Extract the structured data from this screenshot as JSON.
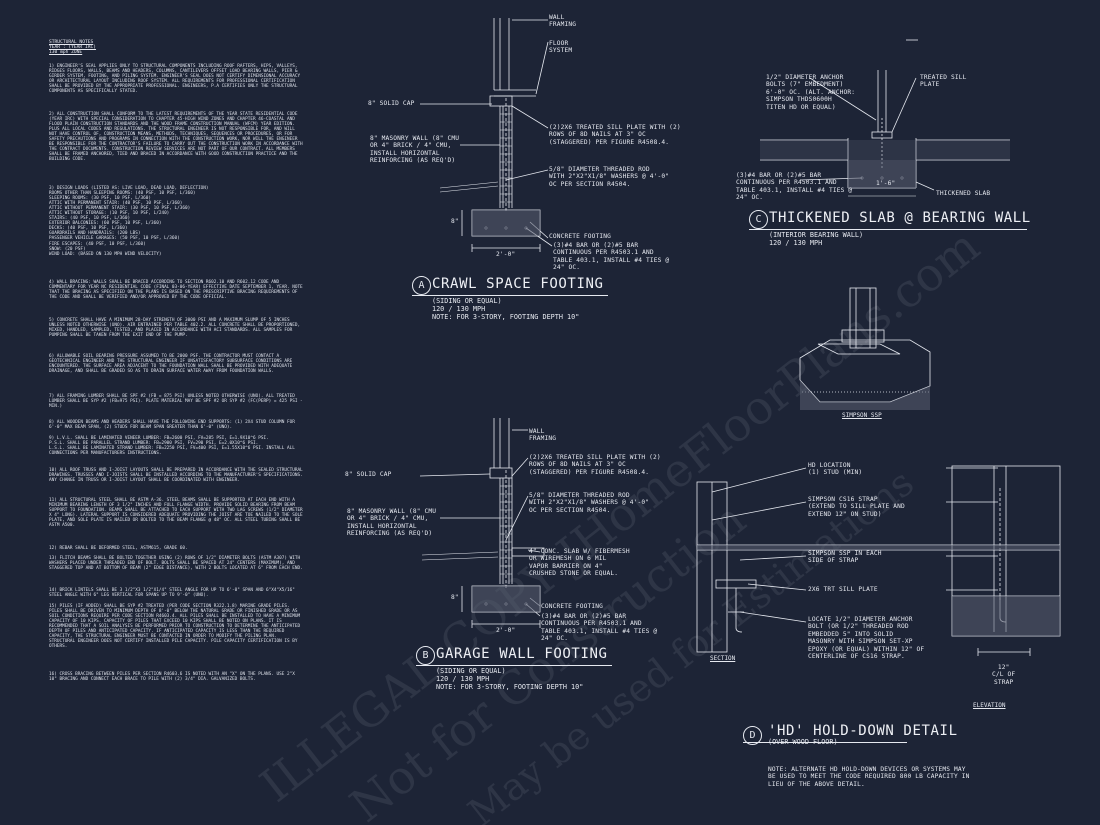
{
  "notes": {
    "heading": [
      "STRUCTURAL NOTES",
      "YEAR : (YEAR IRC)",
      "130 mph ZONE"
    ],
    "paragraphs": [
      "1) ENGINEER'S SEAL APPLIES ONLY TO STRUCTURAL COMPONENTS INCLUDING ROOF RAFTERS, HIPS, VALLEYS, RIDGES FLOORS, WALLS, BEAMS AND HEADERS, COLUMNS, CANTILEVERS OFFSET LOAD BEARING WALLS, PIER & GIRDER SYSTEM, FOOTING, AND PILING SYSTEM. ENGINEER'S SEAL DOES NOT CERTIFY DIMENSIONAL ACCURACY OR ARCHITECTURAL LAYOUT INCLUDING ROOF SYSTEM. ALL REQUIREMENTS FOR PROFESSIONAL CERTIFICATION SHALL BE PROVIDED BY THE APPROPRIATE PROFESSIONAL. ENGINEERS, P.A CERTIFIES ONLY THE STRUCTURAL COMPONENTS AS SPECIFICALLY STATED.",
      "2) ALL CONSTRUCTION SHALL CONFORM TO THE LATEST REQUIREMENTS OF THE YEAR STATE RESIDENTIAL CODE (YEAR IRC) WITH SPECIAL CONSIDERATION TO CHAPTER 45-HIGH WIND ZONES AND CHAPTER 46-COASTAL AND FLOOD PLAIN CONSTRUCTION STANDARDS AND THE WOOD FRAME CONSTRUCTION MANUAL (WFCM) YEAR EDITION. PLUS ALL LOCAL CODES AND REGULATIONS. THE STRUCTURAL ENGINEER IS NOT RESPONSIBLE FOR, AND WILL NOT HAVE CONTROL OF, CONSTRUCTION MEANS, METHODS, TECHNIQUES, SEQUENCES OR PROCEDURES, OR FOR SAFETY PRECAUTIONS AND PROGRAMS IN CONNECTION WITH THE CONSTRUCTION WORK, NOR WILL THE ENGINEER BE RESPONSIBLE FOR THE CONTRACTOR'S FAILURE TO CARRY OUT THE CONSTRUCTION WORK IN ACCORDANCE WITH THE CONTRACT DOCUMENTS. CONSTRUCTION REVIEW SERVICES ARE NOT PART OF OUR CONTRACT. ALL MEMBERS SHALL BE FRAMED ANCHORED, TIED AND BRACED IN ACCORDANCE WITH GOOD CONSTRUCTION PRACTICE AND THE BUILDING CODE.",
      "3) DESIGN LOADS (LISTED AS: LIVE LOAD, DEAD LOAD, DEFLECTION)\nROOMS OTHER THAN SLEEPING ROOMS: (40 PSF, 10 PSF, L/360)\nSLEEPING ROOMS: (30 PSF, 10 PSF, L/360)\nATTIC WITH PERMANENT STAIR: (40 PSF, 10 PSF, L/360)\nATTIC WITHOUT PERMANENT STAIR: (30 PSF, 10 PSF, L/360)\nATTIC WITHOUT STORAGE: (10 PSF, 10 PSF, L/240)\nSTAIRS: (40 PSF, 10 PSF, L/360)\nEXTERIOR BALCONIES: (60 PSF, 10 PSF, L/360)\nDECKS: (40 PSF, 10 PSF, L/360)\nGUARDRAILS AND HANDRAILS: (200 LBS)\nPASSENGER VEHICLE GARAGES: (50 PSF, 10 PSF, L/360)\nFIRE ESCAPES: (40 PSF, 10 PSF, L/360)\nSNOW: (20 PSF)\nWIND LOAD: (BASED ON 130 MPH WIND VELOCITY)",
      "4) WALL BRACING: WALLS SHALL BE BRACED ACCORDING TO SECTION R602.10 AND R602.12 CODE AND COMMENTARY FOR YEAR NC RESIDENTIAL CODE (FINAL 03-06-YEAR) EFFECTIVE DATE SEPTEMBER 1, YEAR. NOTE THAT THE BRACING AS SPECIFIED ON THE PLANS IS BASED ON THE PRESCRIPTIVE BRACING REQUIREMENTS OF THE CODE AND SHALL BE VERIFIED AND/OR APPROVED BY THE CODE OFFICIAL.",
      "5) CONCRETE SHALL HAVE A MINIMUM 28-DAY STRENGTH OF 3000 PSI AND A MAXIMUM SLUMP OF 5 INCHES UNLESS NOTED OTHERWISE (UNO). AIR ENTRAINED PER TABLE 402.2. ALL CONCRETE SHALL BE PROPORTIONED, MIXED, HANDLED, SAMPLED, TESTED, AND PLACED IN ACCORDANCE WITH ACI STANDARDS. ALL SAMPLES FOR PUMPING SHALL BE TAKEN FROM THE EXIT END OF THE PUMP.",
      "6) ALLOWABLE SOIL BEARING PRESSURE ASSUMED TO BE 2000 PSF. THE CONTRACTOR MUST CONTACT A GEOTECHNICAL ENGINEER AND THE STRUCTURAL ENGINEER IF UNSATISFACTORY SUBSURFACE CONDITIONS ARE ENCOUNTERED. THE SURFACE AREA ADJACENT TO THE FOUNDATION WALL SHALL BE PROVIDED WITH ADEQUATE DRAINAGE, AND SHALL BE GRADED SO AS TO DRAIN SURFACE WATER AWAY FROM FOUNDATION WALLS.",
      "7) ALL FRAMING LUMBER SHALL BE SPF #2 (Fb = 875 PSI) UNLESS NOTED OTHERWISE (UNO). ALL TREATED LUMBER SHALL BE SYP #2 (Fb=975 PSI). PLATE MATERIAL MAY BE SPF #2 OR SYP #2 (Fc(perp) = 425 PSI - MIN.)",
      "8) ALL WOODEN BEAMS AND HEADERS SHALL HAVE THE FOLLOWING END SUPPORTS: (1) 2x4 STUD COLUMN FOR 6'-0\" MAX BEAM SPAN, (2) STUDS FOR BEAM SPAN GREATER THAN 6'-0\" (UNO).",
      "9) L.V.L. SHALL BE LAMINATED VENEER LUMBER: Fb=2600 PSI, Fv=285 PSI, E=1.9x10^6 PSI.\nP.S.L. SHALL BE PARALLEL STRAND LUMBER: Fb=2900 PSI, Fv=290 PSI, E=2.0x10^6 PSI.\nL.S.L. SHALL BE LAMINATED STRAND LUMBER: Fb=2250 PSI, Fv=400 PSI, E=1.55x10^6 PSI. INSTALL ALL CONNECTIONS PER MANUFACTURERS INSTRUCTIONS.",
      "10) ALL ROOF TRUSS AND I-JOIST LAYOUTS SHALL BE PREPARED IN ACCORDANCE WITH THE SEALED STRUCTURAL DRAWINGS. TRUSSES AND I-JOISTS SHALL BE INSTALLED ACCORDING TO THE MANUFACTURER'S SPECIFICATIONS. ANY CHANGE IN TRUSS OR I-JOIST LAYOUT SHALL BE COORDINATED WITH ENGINEER.",
      "11) ALL STRUCTURAL STEEL SHALL BE ASTM A-36. STEEL BEAMS SHALL BE SUPPORTED AT EACH END WITH A MINIMUM BEARING LENGTH OF 3 1/2\" INCHES AND FULL FLANGE WIDTH. PROVIDE SOLID BEARING FROM BEAM SUPPORT TO FOUNDATION. BEAMS SHALL BE ATTACHED TO EACH SUPPORT WITH TWO LAG SCREWS (1/2\" DIAMETER x 4\" LONG). LATERAL SUPPORT IS CONSIDERED ADEQUATE PROVIDING THE JOIST ARE TOE NAILED TO THE SOLE PLATE, AND SOLE PLATE IS NAILED OR BOLTED TO THE BEAM FLANGE @ 48\" OC. ALL STEEL TUBING SHALL BE ASTM A500.",
      "12) REBAR SHALL BE DEFORMED STEEL, ASTM615, GRADE 60.",
      "13) FLITCH BEAMS SHALL BE BOLTED TOGETHER USING (2) ROWS OF 1/2\" DIAMETER BOLTS (ASTM A307) WITH WASHERS PLACED UNDER THREADED END OF BOLT. BOLTS SHALL BE SPACED AT 24\" CENTERS (MAXIMUM), AND STAGGERED TOP AND AT BOTTOM OF BEAM (2\" EDGE DISTANCE), WITH 2 BOLTS LOCATED AT 6\" FROM EACH END.",
      "14) BRICK LINTELS SHALL BE 3 1/2\"x3 1/2\"x1/4\" STEEL ANGLE FOR UP TO 6'-0\" SPAN AND 6\"x4\"x5/16\" STEEL ANGLE WITH 6\" LEG VERTICAL FOR SPANS UP TO 9'-0\" (UNO).",
      "15) PILES (IF ADDED) SHALL BE SYP #2 TREATED (PER CODE SECTION R322.1.8) MARINE GRADE PILES. PILES SHALL BE DRIVEN TO MINIMUM DEPTH OF 8'-0\" BELOW THE NATURAL GRADE OR FINISHED GRADE OR AS SOIL CONDITIONS REQUIRE PER CODE SECTION R4603.4. ALL PILES SHALL BE INSTALLED TO HAVE A MINIMUM CAPACITY OF 10 KIPS. CAPACITY OF PILES THAT EXCEED 10 KIPS SHALL BE NOTED ON PLANS. IT IS RECOMMENDED THAT A SOIL ANALYSIS BE PERFORMED PRIOR TO CONSTRUCTION TO DETERMINE THE ANTICIPATED DEPTH OF PILES AND ANTICIPATED CAPACITY. IF ANTICIPATED CAPACITY IS LESS THAN THE REQUIRED CAPACITY, THE STRUCTURAL ENGINEER MUST BE CONTACTED IN ORDER TO MODIFY THE PILING PLAN. STRUCTURAL ENGINEER DOES NOT CERTIFY INSTALLED PILE CAPACITY. PILE CAPACITY CERTIFICATION IS BY OTHERS.",
      "16) CROSS BRACING BETWEEN PILES PER SECTION R4603.6 IS NOTED WITH AN \"X\" ON THE PLANS. USE 2\"x 10\" BRACING AND CONNECT EACH BRACE TO PILE WITH (2) 3/4\" DIA. GALVANIZED BOLTS."
    ]
  },
  "detail_a": {
    "letter": "A",
    "title": "CRAWL SPACE FOOTING",
    "sub": [
      "(SIDING OR EQUAL)",
      "120 / 130 MPH",
      "NOTE: FOR 3-STORY, FOOTING DEPTH 10\""
    ],
    "labels": {
      "wall_framing": "WALL\nFRAMING",
      "floor_system": "FLOOR\nSYSTEM",
      "solid_cap": "8\" SOLID CAP",
      "masonry_wall": "8\" MASONRY WALL (8\" CMU\nOR 4\" BRICK / 4\" CMU,\nINSTALL HORIZONTAL\nREINFORCING (AS REQ'D)",
      "sill_plate": "(2)2x6 TREATED SILL PLATE WITH (2)\nROWS OF 8d NAILS AT 3\" OC\n(STAGGERED) PER FIGURE R4508.4.",
      "threaded_rod": "5/8\" DIAMETER THREADED ROD\nWITH 2\"x2\"x1/8\" WASHERS @ 4'-0\"\nOC PER SECTION R4504.",
      "concrete_footing": "CONCRETE FOOTING",
      "bars": "(3)#4 BAR OR (2)#5 BAR\nCONTINUOUS PER R4503.1 AND\nTABLE 403.1, INSTALL #4 TIES @\n24\" OC.",
      "dim_depth": "8\"",
      "dim_width": "2'-0\""
    }
  },
  "detail_b": {
    "letter": "B",
    "title": "GARAGE WALL FOOTING",
    "sub": [
      "(SIDING OR EQUAL)",
      "120 / 130 MPH",
      "NOTE: FOR 3-STORY, FOOTING DEPTH 10\""
    ],
    "labels": {
      "wall_framing": "WALL\nFRAMING",
      "solid_cap": "8\" SOLID CAP",
      "sill_plate": "(2)2x6 TREATED SILL PLATE WITH (2)\nROWS OF 8d NAILS AT 3\" OC\n(STAGGERED) PER FIGURE R4508.4.",
      "masonry_wall": "8\" MASONRY WALL (8\" CMU\nOR 4\" BRICK / 4\" CMU,\nINSTALL HORIZONTAL\nREINFORCING (AS REQ'D)",
      "threaded_rod": "5/8\" DIAMETER THREADED ROD\nWITH 2\"x2\"x1/8\" WASHERS @ 4'-0\"\nOC PER SECTION R4504.",
      "slab": "4\" CONC. SLAB w/ FIBERMESH\nOR WIREMESH ON 6 MIL\nVAPOR BARRIER ON 4\"\nCRUSHED STONE OR EQUAL.",
      "concrete_footing": "CONCRETE FOOTING",
      "bars": "(3)#4 BAR OR (2)#5 BAR\nCONTINUOUS PER R4503.1 AND\nTABLE 403.1, INSTALL #4 TIES @\n24\" OC.",
      "dim_depth": "8\"",
      "dim_width": "2'-0\""
    }
  },
  "detail_c": {
    "letter": "C",
    "title": "THICKENED SLAB @ BEARING WALL",
    "sub": [
      "(INTERIOR BEARING WALL)",
      "120 / 130 MPH"
    ],
    "labels": {
      "anchor": "1/2\" DIAMETER ANCHOR\nBOLTS (7\" EMBEDMENT)\n6'-0\" OC. (ALT. ANCHOR:\nSIMPSON THDS0600H\nTITEN HD OR EQUAL)",
      "treated_sill": "TREATED SILL\nPLATE",
      "bars": "(3)#4 BAR OR (2)#5 BAR\nCONTINUOUS PER R4503.1 AND\nTABLE 403.1, INSTALL #4 TIES @\n24\" OC.",
      "thickened_slab": "THICKENED SLAB",
      "dim": "1'-6\""
    }
  },
  "simpson": {
    "caption": "SIMPSON SSP"
  },
  "detail_d": {
    "letter": "D",
    "title": "'HD' HOLD-DOWN DETAIL",
    "sub": [
      "(OVER WOOD FLOOR)"
    ],
    "labels": {
      "hd_location": "HD LOCATION\n(1) STUD (MIN)",
      "cs16": "SIMPSON CS16 STRAP\n(EXTEND TO SILL PLATE AND\nEXTEND 12\" ON STUD)",
      "ssp": "SIMPSON SSP IN EACH\nSIDE OF STRAP",
      "trt_sill": "2x6 TRT SILL PLATE",
      "locate": "LOCATE 1/2\" DIAMETER ANCHOR\nBOLT (OR 1/2\" THREADED ROD\nEMBEDDED 5\" INTO SOLID\nMASONRY WITH SIMPSON SET-XP\nEPOXY (OR EQUAL) WITHIN 12\" OF\nCENTERLINE OF CS16 STRAP.",
      "dim": "12\"\nC/L OF\nSTRAP",
      "section": "SECTION",
      "elevation": "ELEVATION"
    },
    "note": "NOTE: ALTERNATE HD HOLD-DOWN DEVICES OR SYSTEMS MAY\nBE USED TO MEET THE CODE REQUIRED 800 LB CAPACITY IN\nLIEU OF THE ABOVE DETAIL."
  },
  "watermark": [
    "ILLEGAL COPY  JHomeFloorPlans.com",
    "Not for Construction",
    "May be used for Estimations"
  ]
}
